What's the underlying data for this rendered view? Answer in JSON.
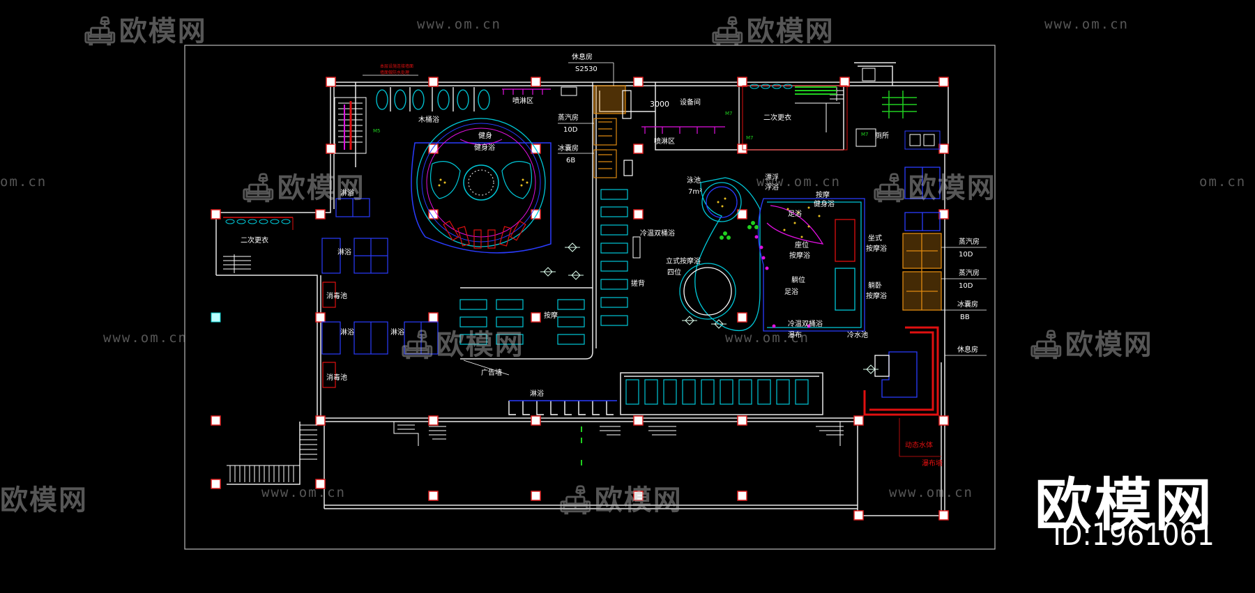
{
  "labels": {
    "wood_bath": "木桶浴",
    "spray_zone": "喷淋区",
    "spray_zone_2": "喷淋区",
    "fitness_tag": "健身",
    "fitness_bath": "健身浴",
    "rest_room": "休息房",
    "rest_room_num": "S2530",
    "steam_room": "蒸汽房",
    "steam_room_num": "10D",
    "ice_room": "冰囊房",
    "ice_room_num": "6B",
    "equip_room": "设备间",
    "dim_3000": "3000",
    "second_change_tr": "二次更衣",
    "toilet": "厕所",
    "second_change_left": "二次更衣",
    "shower": "淋浴",
    "disinfect_pool_1": "消毒池",
    "disinfect_pool_2": "消毒池",
    "shower_2": "淋浴",
    "shower_3": "淋浴",
    "ad_wall": "广告墙",
    "shower_bottom": "淋浴",
    "massage": "按摩",
    "rest": "搓背",
    "pool": "泳池",
    "pool_size": "7m²",
    "floating": "漂浮",
    "bath": "浮浴",
    "fitness_bath_r": "健身浴",
    "fitness_tag_r": "按摩",
    "chair_massage": "座位",
    "massage_bath": "按摩浴",
    "seat_2": "躺位",
    "spa": "足浴",
    "sitting_massage": "坐式",
    "massage_bath_r": "按摩浴",
    "leaning": "躺卧",
    "massage_bath_r2": "按摩浴",
    "stand_massage": "立式按摩浴",
    "four_seats": "四位",
    "waterfall": "冷温双桶浴",
    "surround": "瀑布",
    "cold_pool": "冷水池",
    "steam_r": "蒸汽房",
    "steam_r_num": "10D",
    "steam_r2": "蒸汽房",
    "steam_r2_num": "10D",
    "ice_r": "冰囊房",
    "ice_r_num": "BB",
    "rest_r": "休息房",
    "red_note_1": "动态水体",
    "red_note_2": "瀑布墙",
    "red_top_1": "本层设施连接墙面",
    "red_top_2": "墙面做防水处理"
  },
  "watermark": {
    "logo_text": "欧模网",
    "url": "www.om.cn",
    "url_side": "om.cn"
  },
  "brand": {
    "name": "欧模网",
    "id": "ID:1961061"
  },
  "colors": {
    "background": "#000000",
    "wall": "#ffffff",
    "cyan": "#00c8d8",
    "blue": "#2a3cff",
    "magenta": "#e010e0",
    "red": "#e01010",
    "orange": "#e08a10",
    "green": "#20d020",
    "yellow": "#e8e020"
  }
}
